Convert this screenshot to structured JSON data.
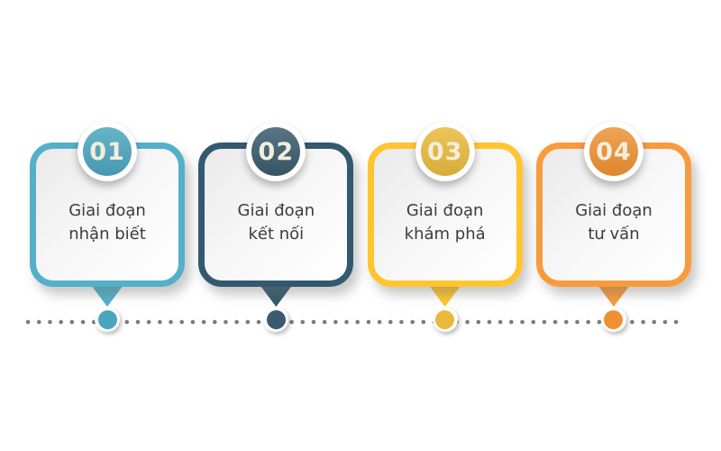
{
  "infographic": {
    "background_color": "#ffffff",
    "timeline": {
      "dot_color": "#7b7b7b"
    },
    "number_text_color": "#f3eedc",
    "label_text_color": "#3c3c3c",
    "steps": [
      {
        "number": "01",
        "label_line1": "Giai đoạn",
        "label_line2": "nhận biết",
        "accent_color": "#53b0c8",
        "badge_color": "#4aa5be"
      },
      {
        "number": "02",
        "label_line1": "Giai đoạn",
        "label_line2": "kết nối",
        "accent_color": "#33596e",
        "badge_color": "#3a5a6d"
      },
      {
        "number": "03",
        "label_line1": "Giai đoạn",
        "label_line2": "khám phá",
        "accent_color": "#ffc52f",
        "badge_color": "#e8b93c"
      },
      {
        "number": "04",
        "label_line1": "Giai đoạn",
        "label_line2": "tư vấn",
        "accent_color": "#f89b3c",
        "badge_color": "#ee9132"
      }
    ]
  }
}
